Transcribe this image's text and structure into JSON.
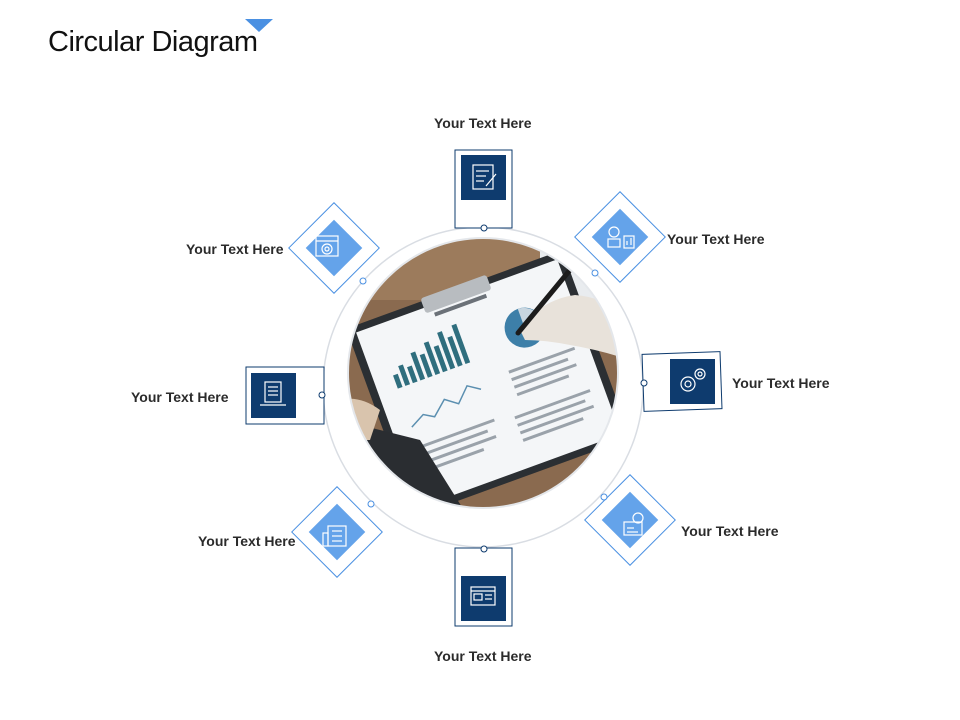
{
  "title": "Circular Diagram",
  "colors": {
    "accent": "#4a90e2",
    "dark": "#0e3b6e",
    "light": "#64a3ea",
    "ring": "#d9dde3"
  },
  "items": [
    {
      "label": "Your Text Here",
      "icon": "test-clipboard-icon"
    },
    {
      "label": "Your Text Here",
      "icon": "robot-chart-icon"
    },
    {
      "label": "Your Text Here",
      "icon": "gears-icon"
    },
    {
      "label": "Your Text Here",
      "icon": "gear-settings-icon"
    },
    {
      "label": "Your Text Here",
      "icon": "web-page-icon"
    },
    {
      "label": "Your Text Here",
      "icon": "building-icon"
    },
    {
      "label": "Your Text Here",
      "icon": "document-laptop-icon"
    },
    {
      "label": "Your Text Here",
      "icon": "gear-window-icon"
    }
  ]
}
